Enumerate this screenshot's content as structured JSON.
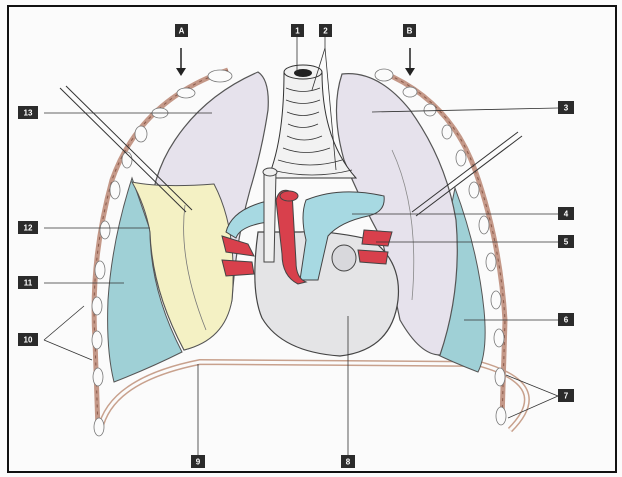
{
  "figure": {
    "views": [
      "A",
      "B"
    ],
    "labels": [
      "1",
      "2",
      "3",
      "4",
      "5",
      "6",
      "7",
      "8",
      "9",
      "10",
      "11",
      "12",
      "13"
    ]
  },
  "colors": {
    "background": "#fbfbfb",
    "lung": "#e6e2ec",
    "pleura_blue": "#9fd0d6",
    "pleura_yellow": "#f4f1c4",
    "vessel_blue": "#a7d9e2",
    "vessel_red": "#d8404c",
    "heart": "#e4e4e6",
    "rib": "#c49888",
    "label_box": "#2b2b2b",
    "leader": "#333333"
  }
}
